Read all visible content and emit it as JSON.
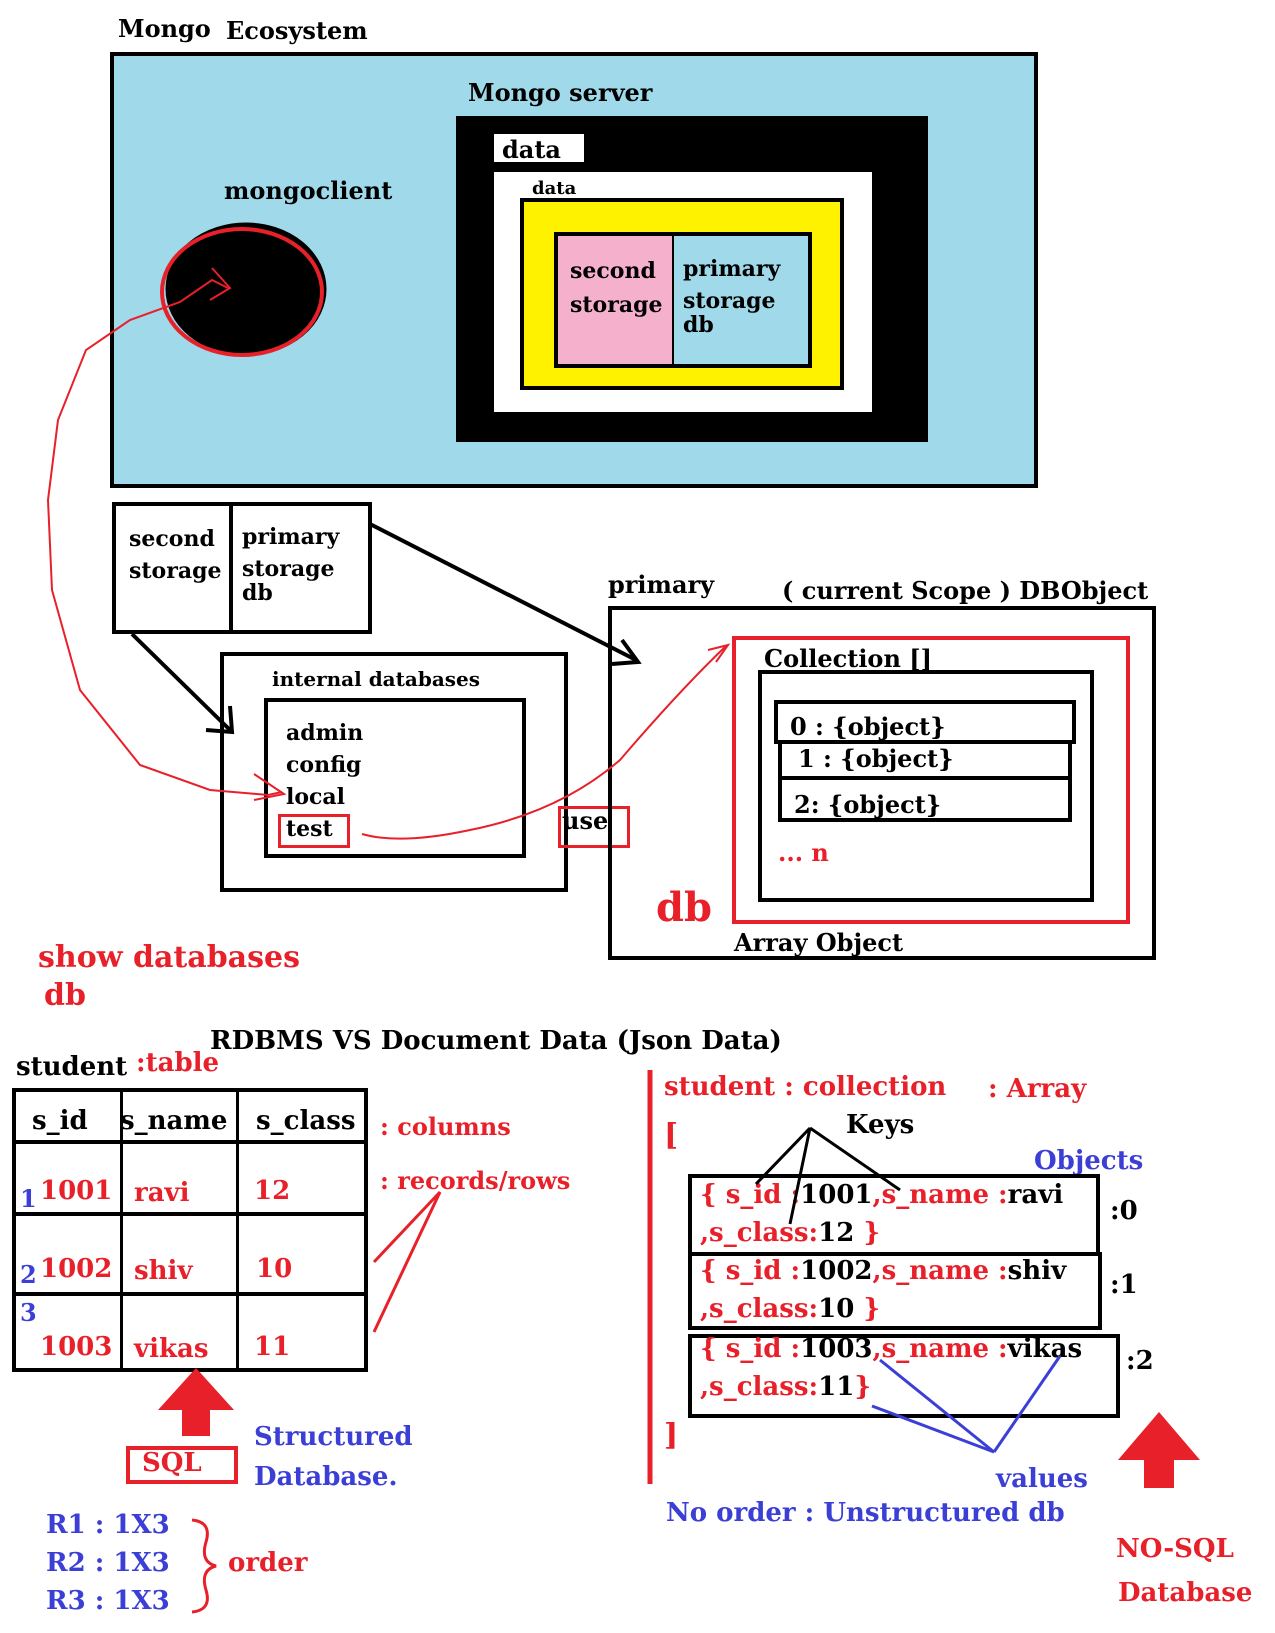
{
  "ecosystem": {
    "title_part1": "Mongo",
    "title_part2": "Ecosystem",
    "server_title": "Mongo server",
    "data_label_big": "data",
    "data_label_small": "data",
    "second_storage_line1": "second",
    "second_storage_line2": "storage",
    "primary_storage_line1": "primary",
    "primary_storage_line2": "storage",
    "primary_storage_line3": "db",
    "client_label": "mongoclient"
  },
  "storage_split": {
    "second_line1": "second",
    "second_line2": "storage",
    "primary_line1": "primary",
    "primary_line2": "storage",
    "primary_line3": "db"
  },
  "internal_databases": {
    "title": "internal databases",
    "items": [
      "admin",
      "config",
      "local",
      "test"
    ],
    "use_label": "use"
  },
  "primary_scope": {
    "label": "primary",
    "scope_label": "( current Scope ) DBObject",
    "collection_label": "Collection []",
    "objects": [
      "0 : {object}",
      "1 : {object}",
      "2: {object}"
    ],
    "more": "... n",
    "db_label": "db",
    "array_label": "Array Object"
  },
  "commands": {
    "show_databases": "show databases",
    "db": "db"
  },
  "comparison": {
    "title": "RDBMS VS Document Data (Json Data)",
    "table_name": "student",
    "table_tag": ":table",
    "columns": [
      "s_id",
      "s_name",
      "s_class"
    ],
    "rows": [
      {
        "num": "1",
        "values": [
          "1001",
          "ravi",
          "12"
        ]
      },
      {
        "num": "2",
        "values": [
          "1002",
          "shiv",
          "10"
        ]
      },
      {
        "num": "3",
        "values": [
          "1003",
          "vikas",
          "11"
        ]
      }
    ],
    "columns_note": ": columns",
    "records_note": ": records/rows",
    "sql_label": "SQL",
    "structured_line1": "Structured",
    "structured_line2": "Database.",
    "order_rows": [
      "R1 : 1X3",
      "R2 : 1X3",
      "R3 : 1X3"
    ],
    "order_label": "order",
    "collection_header": "student : collection",
    "array_tag": ": Array",
    "open_bracket": "[",
    "close_bracket": "]",
    "keys_label": "Keys",
    "objects_label": "Objects",
    "documents": [
      {
        "id": "1001",
        "name": "ravi",
        "cls": "12",
        "index": ":0"
      },
      {
        "id": "1002",
        "name": "shiv",
        "cls": "10",
        "index": ":1"
      },
      {
        "id": "1003",
        "name": "vikas",
        "cls": "11",
        "index": ":2"
      }
    ],
    "doc_open": "{",
    "key_id": "s_id :",
    "key_name": ",s_name :",
    "key_class": ",s_class:",
    "doc_close": "}",
    "values_label": "values",
    "no_order": "No order : Unstructured db",
    "nosql_line1": "NO-SQL",
    "nosql_line2": "Database"
  },
  "colors": {
    "ecosystem_bg": "#9fd9ea",
    "red": "#e8202a",
    "blue": "#3b3fd6",
    "yellow": "#fff200",
    "pink": "#f5b0cb"
  }
}
